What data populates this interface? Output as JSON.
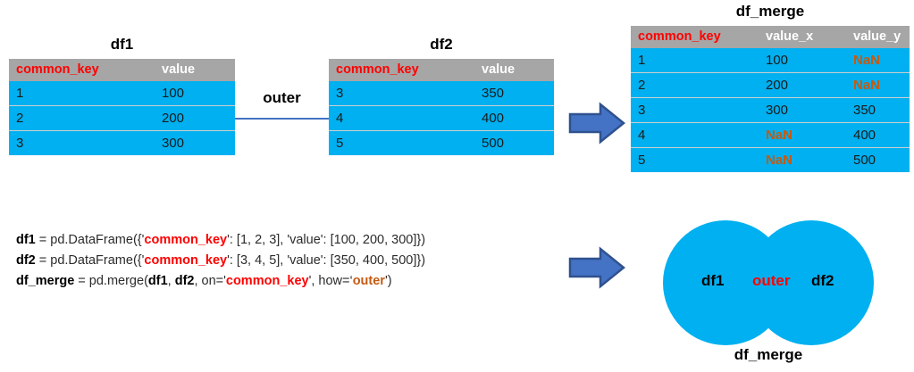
{
  "tables": [
    {
      "id": "df1",
      "title": "df1",
      "columns": [
        "common_key",
        "value"
      ],
      "key_column_index": 0,
      "rows": [
        [
          "1",
          "100"
        ],
        [
          "2",
          "200"
        ],
        [
          "3",
          "300"
        ]
      ]
    },
    {
      "id": "df2",
      "title": "df2",
      "columns": [
        "common_key",
        "value"
      ],
      "key_column_index": 0,
      "rows": [
        [
          "3",
          "350"
        ],
        [
          "4",
          "400"
        ],
        [
          "5",
          "500"
        ]
      ]
    },
    {
      "id": "df_merge",
      "title": "df_merge",
      "columns": [
        "common_key",
        "value_x",
        "value_y"
      ],
      "key_column_index": 0,
      "rows": [
        [
          "1",
          "100",
          "NaN"
        ],
        [
          "2",
          "200",
          "NaN"
        ],
        [
          "3",
          "300",
          "350"
        ],
        [
          "4",
          "NaN",
          "400"
        ],
        [
          "5",
          "NaN",
          "500"
        ]
      ]
    }
  ],
  "connector": {
    "label": "outer"
  },
  "arrows": [
    {
      "name": "arrow-to-merge-table"
    },
    {
      "name": "arrow-to-venn-diagram"
    }
  ],
  "code": {
    "line1": {
      "var": "df1",
      "eq": " = pd.DataFrame({'",
      "key": "common_key",
      "mid": "': [1, 2, 3], 'value': [100, 200, 300]})"
    },
    "line2": {
      "var": "df2",
      "eq": " = pd.DataFrame({'",
      "key": "common_key",
      "mid": "': [3, 4, 5], 'value': [350, 400, 500]})"
    },
    "line3": {
      "var": "df_merge",
      "eq": " = pd.merge(",
      "arg1": "df1",
      "sep": ", ",
      "arg2": "df2",
      "on": ", on='",
      "key": "common_key",
      "how_pre": "', how=‘",
      "how": "outer",
      "tail": "')"
    }
  },
  "venn": {
    "left_label": "df1",
    "center_label": "outer",
    "right_label": "df2",
    "caption": "df_merge"
  },
  "colors": {
    "table_body": "#00b0f0",
    "table_header": "#a6a6a6",
    "key_red": "#ff0000",
    "nan_orange": "#c55a11",
    "arrow_fill": "#4472c4",
    "arrow_stroke": "#2f528f",
    "connector": "#4472c4"
  }
}
